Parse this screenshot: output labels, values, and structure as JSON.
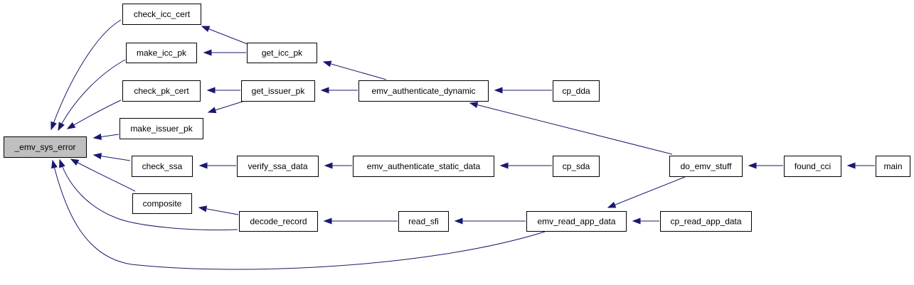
{
  "graph": {
    "nodes": {
      "emv_sys_error": {
        "label": "_emv_sys_error",
        "highlighted": true
      },
      "check_icc_cert": {
        "label": "check_icc_cert"
      },
      "make_icc_pk": {
        "label": "make_icc_pk"
      },
      "check_pk_cert": {
        "label": "check_pk_cert"
      },
      "make_issuer_pk": {
        "label": "make_issuer_pk"
      },
      "check_ssa": {
        "label": "check_ssa"
      },
      "composite": {
        "label": "composite"
      },
      "get_icc_pk": {
        "label": "get_icc_pk"
      },
      "get_issuer_pk": {
        "label": "get_issuer_pk"
      },
      "verify_ssa_data": {
        "label": "verify_ssa_data"
      },
      "decode_record": {
        "label": "decode_record"
      },
      "emv_authenticate_dynamic": {
        "label": "emv_authenticate_dynamic"
      },
      "emv_authenticate_static_data": {
        "label": "emv_authenticate_static_data"
      },
      "read_sfi": {
        "label": "read_sfi"
      },
      "cp_dda": {
        "label": "cp_dda"
      },
      "cp_sda": {
        "label": "cp_sda"
      },
      "emv_read_app_data": {
        "label": "emv_read_app_data"
      },
      "cp_read_app_data": {
        "label": "cp_read_app_data"
      },
      "do_emv_stuff": {
        "label": "do_emv_stuff"
      },
      "found_cci": {
        "label": "found_cci"
      },
      "main": {
        "label": "main"
      }
    },
    "edges": [
      {
        "from": "check_icc_cert",
        "to": "emv_sys_error"
      },
      {
        "from": "make_icc_pk",
        "to": "emv_sys_error"
      },
      {
        "from": "check_pk_cert",
        "to": "emv_sys_error"
      },
      {
        "from": "make_issuer_pk",
        "to": "emv_sys_error"
      },
      {
        "from": "check_ssa",
        "to": "emv_sys_error"
      },
      {
        "from": "composite",
        "to": "emv_sys_error"
      },
      {
        "from": "decode_record",
        "to": "emv_sys_error"
      },
      {
        "from": "emv_read_app_data",
        "to": "emv_sys_error"
      },
      {
        "from": "get_icc_pk",
        "to": "check_icc_cert"
      },
      {
        "from": "get_icc_pk",
        "to": "make_icc_pk"
      },
      {
        "from": "get_issuer_pk",
        "to": "check_pk_cert"
      },
      {
        "from": "get_issuer_pk",
        "to": "make_issuer_pk"
      },
      {
        "from": "verify_ssa_data",
        "to": "check_ssa"
      },
      {
        "from": "decode_record",
        "to": "composite"
      },
      {
        "from": "emv_authenticate_dynamic",
        "to": "get_icc_pk"
      },
      {
        "from": "emv_authenticate_dynamic",
        "to": "get_issuer_pk"
      },
      {
        "from": "emv_authenticate_static_data",
        "to": "verify_ssa_data"
      },
      {
        "from": "read_sfi",
        "to": "decode_record"
      },
      {
        "from": "cp_dda",
        "to": "emv_authenticate_dynamic"
      },
      {
        "from": "do_emv_stuff",
        "to": "emv_authenticate_dynamic"
      },
      {
        "from": "cp_sda",
        "to": "emv_authenticate_static_data"
      },
      {
        "from": "emv_read_app_data",
        "to": "read_sfi"
      },
      {
        "from": "do_emv_stuff",
        "to": "emv_read_app_data"
      },
      {
        "from": "cp_read_app_data",
        "to": "emv_read_app_data"
      },
      {
        "from": "found_cci",
        "to": "do_emv_stuff"
      },
      {
        "from": "main",
        "to": "found_cci"
      }
    ]
  }
}
